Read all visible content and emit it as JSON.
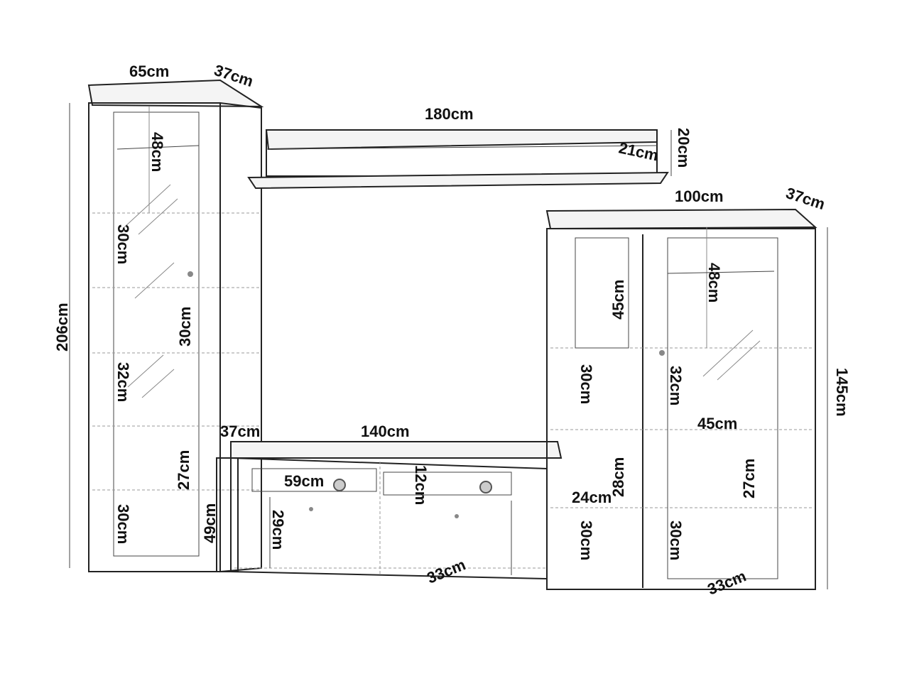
{
  "title": "Furniture wall unit dimensions",
  "tall_cabinet": {
    "width": "65cm",
    "depth": "37cm",
    "height": "206cm",
    "compartments": [
      "48cm",
      "30cm",
      "30cm",
      "32cm",
      "27cm",
      "30cm"
    ],
    "lower_side": "49cm"
  },
  "wall_shelf": {
    "width": "180cm",
    "height": "20cm",
    "depth": "21cm"
  },
  "tv_stand": {
    "width": "140cm",
    "depth": "37cm",
    "drawer_width": "59cm",
    "drawer_height": "12cm",
    "compartment_height": "29cm",
    "compartment_depth": "33cm"
  },
  "right_cabinet": {
    "width": "100cm",
    "depth": "37cm",
    "height": "145cm",
    "left_column": [
      "45cm",
      "30cm",
      "28cm",
      "30cm"
    ],
    "left_width": "24cm",
    "right_column": [
      "48cm",
      "32cm",
      "27cm",
      "30cm"
    ],
    "right_width": "45cm",
    "compartment_depth": "33cm"
  }
}
